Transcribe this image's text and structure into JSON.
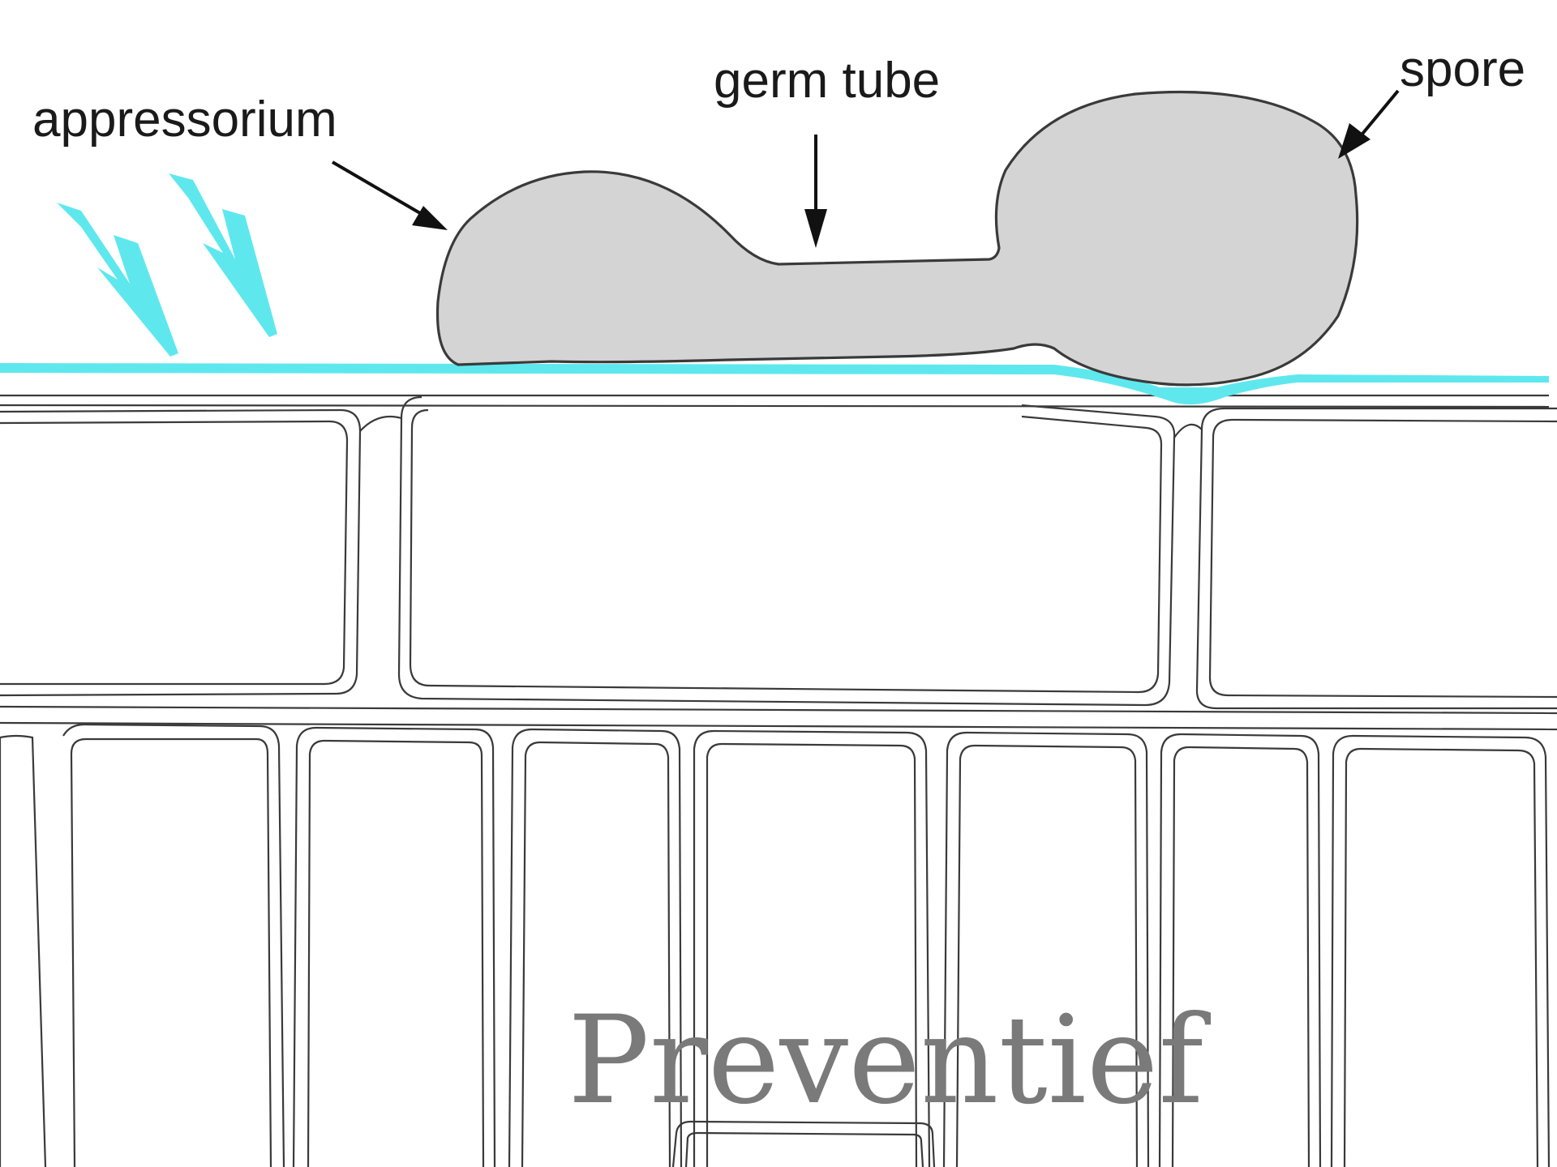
{
  "labels": {
    "appressorium": "appressorium",
    "germ_tube": "germ tube",
    "spore": "spore"
  },
  "caption": "Preventief",
  "colors": {
    "film": "#5ee8ee",
    "fungus_fill": "#d4d4d4",
    "fungus_stroke": "#3a3a3a",
    "cell_wall": "#3a3a3a",
    "caption": "#7a7a7a"
  }
}
